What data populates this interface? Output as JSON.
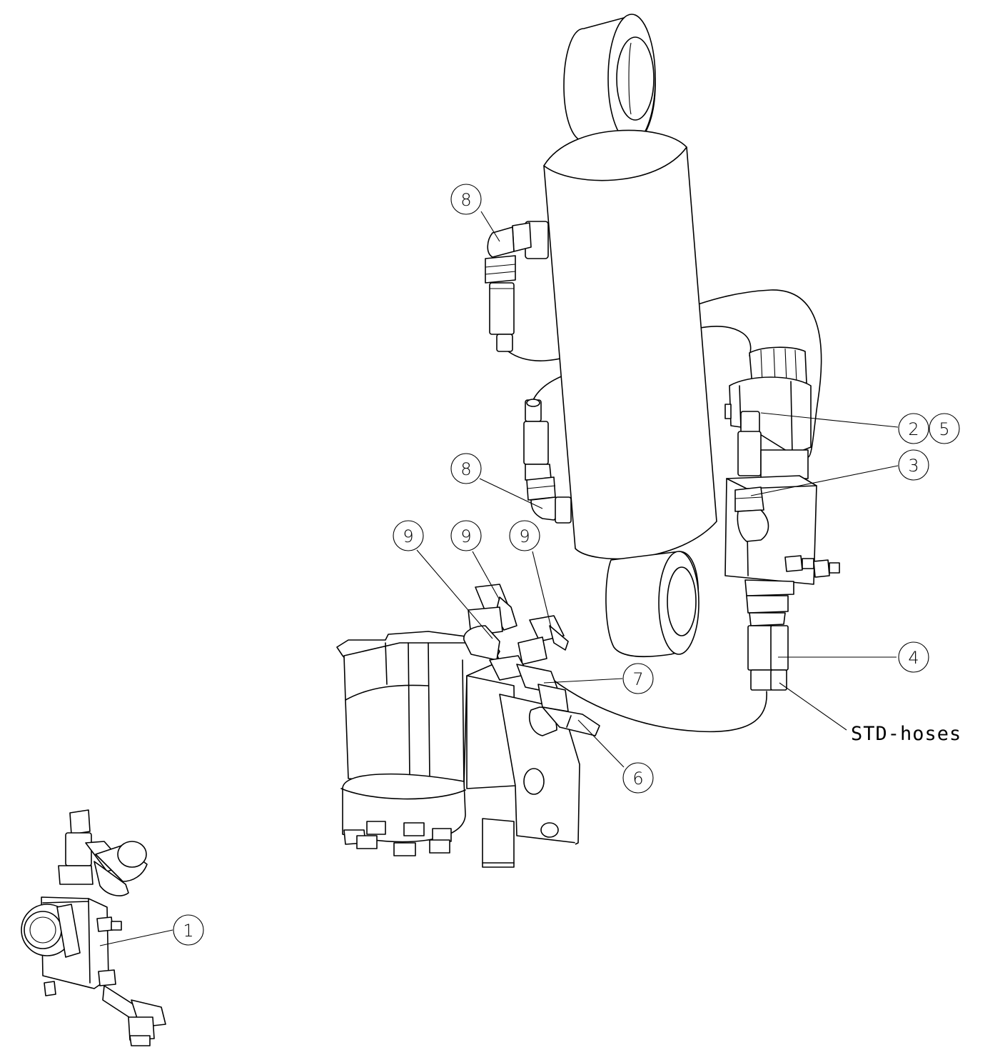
{
  "balloons": [
    {
      "id": "b8a",
      "label": "8"
    },
    {
      "id": "b8b",
      "label": "8"
    },
    {
      "id": "b2",
      "label": "2"
    },
    {
      "id": "b5",
      "label": "5"
    },
    {
      "id": "b3",
      "label": "3"
    },
    {
      "id": "b9a",
      "label": "9"
    },
    {
      "id": "b9b",
      "label": "9"
    },
    {
      "id": "b9c",
      "label": "9"
    },
    {
      "id": "b4",
      "label": "4"
    },
    {
      "id": "b7",
      "label": "7"
    },
    {
      "id": "b6",
      "label": "6"
    },
    {
      "id": "b1",
      "label": "1"
    }
  ],
  "note": "STD-hoses"
}
